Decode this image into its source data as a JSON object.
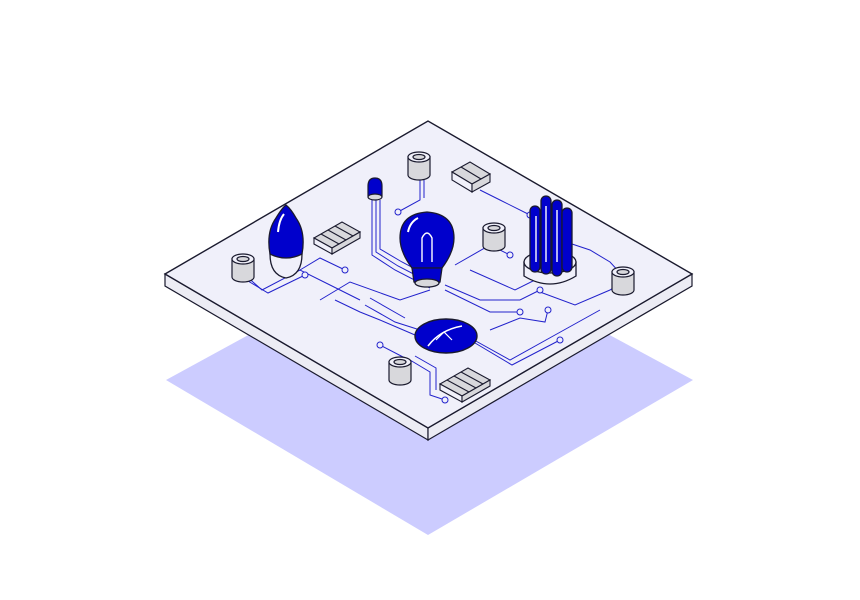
{
  "illustration": {
    "colors": {
      "background": "#ffffff",
      "board_top": "#f0f0fa",
      "board_edge": "#ececf4",
      "outline": "#1a1a2e",
      "trace": "#2222cc",
      "accent_blue": "#0000cc",
      "shadow": "#ccccff",
      "component_gray": "#d8d8dc"
    },
    "components": [
      "led-bulb",
      "candle-bulb",
      "incandescent-bulb",
      "recessed-bulb",
      "cfl-bulb",
      "capacitor",
      "pin-header"
    ]
  }
}
